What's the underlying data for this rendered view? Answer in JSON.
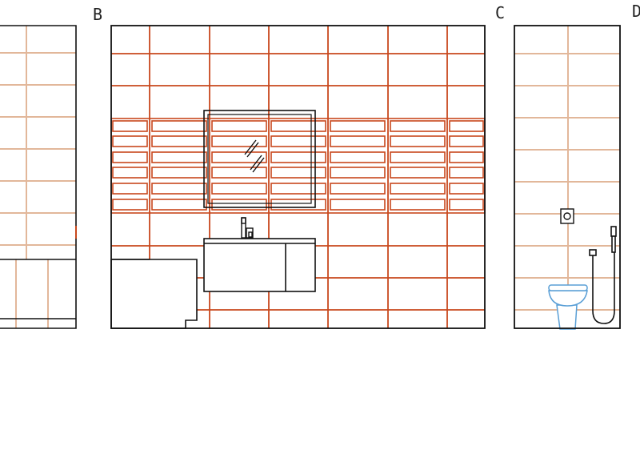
{
  "view_labels": {
    "b": "B",
    "c": "C",
    "d": "D"
  },
  "colors": {
    "outline": "#111111",
    "tile_primary": "#c8481d",
    "tile_light": "#e2b79a",
    "fixture_blue": "#5a9fd6",
    "background": "#ffffff"
  }
}
